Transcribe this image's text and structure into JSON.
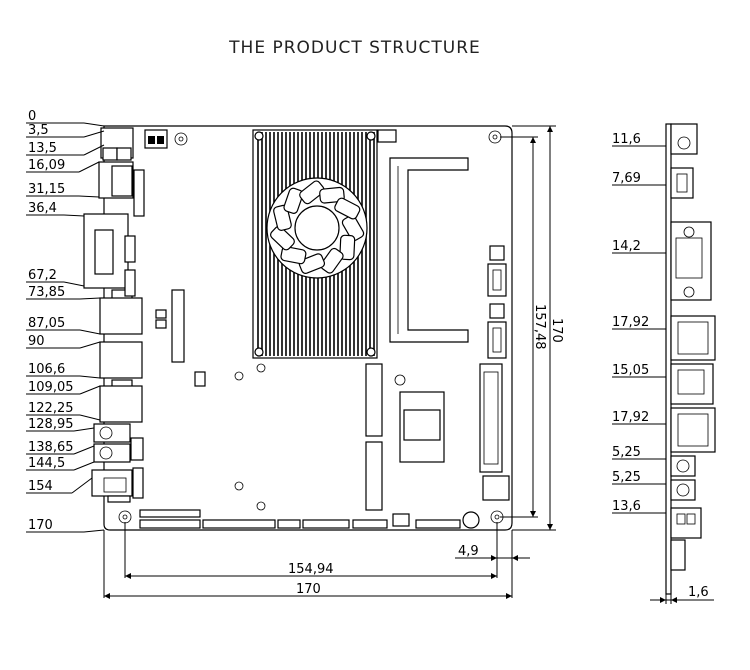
{
  "title": "THE PRODUCT STRUCTURE",
  "left_dims": [
    "0",
    "3,5",
    "13,5",
    "16,09",
    "31,15",
    "36,4",
    "67,2",
    "73,85",
    "87,05",
    "90",
    "106,6",
    "109,05",
    "122,25",
    "128,95",
    "138,65",
    "144,5",
    "154",
    "170"
  ],
  "bottom_dims": {
    "hole_to_edge": "4,9",
    "hole_span": "154,94",
    "board_width": "170"
  },
  "right_vertical_dims": {
    "board_height": "170",
    "hole_span": "157,48"
  },
  "side_dims": [
    "11,6",
    "7,69",
    "14,2",
    "17,92",
    "15,05",
    "17,92",
    "5,25",
    "5,25",
    "13,6"
  ],
  "side_bottom_dim": "1,6"
}
